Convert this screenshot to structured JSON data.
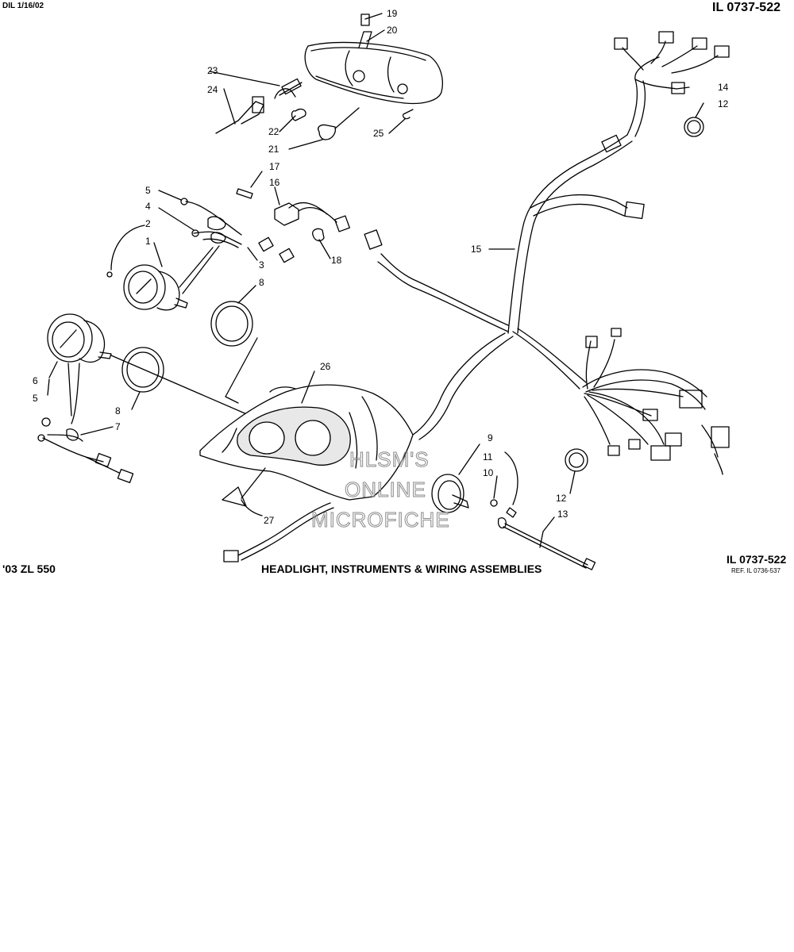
{
  "header": {
    "date_code": "DIL 1/16/02",
    "illustration_no_top": "IL 0737-522"
  },
  "footer": {
    "model": "'03 ZL 550",
    "title": "HEADLIGHT, INSTRUMENTS & WIRING ASSEMBLIES",
    "illustration_no_bottom": "IL 0737-522",
    "reference": "REF. IL 0736-537"
  },
  "watermark": {
    "line1": "HLSM'S",
    "line2": "ONLINE",
    "line3": "MICROFICHE"
  },
  "callouts": [
    "19",
    "20",
    "23",
    "24",
    "22",
    "21",
    "25",
    "17",
    "16",
    "18",
    "5",
    "4",
    "2",
    "1",
    "3",
    "8",
    "6",
    "5",
    "8",
    "7",
    "26",
    "27",
    "14",
    "12",
    "15",
    "9",
    "11",
    "10",
    "12",
    "13"
  ],
  "icons": {
    "headlight": "headlight-assembly-icon",
    "gauge_small": "tachometer-gauge-icon",
    "gauge_large": "speedometer-gauge-icon",
    "harness": "wiring-harness-icon",
    "hood": "instrument-panel-hood-icon"
  }
}
